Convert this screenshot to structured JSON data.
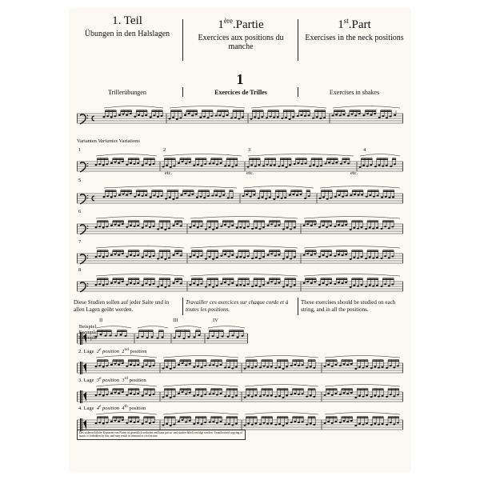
{
  "header": {
    "german": {
      "title": "1. Teil",
      "subtitle": "Übungen in den Halslagen"
    },
    "french": {
      "title_main": "1",
      "title_sup": "ère",
      "title_rest": "Partie",
      "subtitle": "Exercices aux positions du manche"
    },
    "english": {
      "title_main": "1",
      "title_sup": "st",
      "title_rest": "Part",
      "subtitle": "Exercises in the neck positions"
    }
  },
  "exercise_number": "1",
  "subtitles": {
    "german": "Trillerübungen",
    "french": "Exercices de Trilles",
    "english": "Exercises in shakes"
  },
  "variations_label": {
    "german": "Varianten",
    "french": "Variantes",
    "english": "Variations"
  },
  "variation_numbers": [
    "1",
    "2",
    "3",
    "4",
    "5",
    "6",
    "7",
    "8"
  ],
  "etc_label": "etc.",
  "instructions": {
    "german": "Diese Studien sollen auf jeder Saite und in allen Lagen geübt werden.",
    "french": "Travailler ces exercices sur chaque corde et à toutes les positions.",
    "english": "These exercises should be studied on each string, and in all the positions."
  },
  "example_label": {
    "german": "Beispiel",
    "french": "Exemple",
    "english": "Example"
  },
  "string_markers": [
    "II",
    "III",
    "IV"
  ],
  "positions": [
    {
      "german": "2. Lage",
      "french_num": "2",
      "french_sup": "e",
      "french_word": "position",
      "english_num": "2",
      "english_sup": "nd",
      "english_word": "position"
    },
    {
      "german": "3. Lage",
      "french_num": "3",
      "french_sup": "e",
      "french_word": "position",
      "english_num": "3",
      "english_sup": "rd",
      "english_word": "position"
    },
    {
      "german": "4. Lage",
      "french_num": "4",
      "french_sup": "e",
      "french_word": "position",
      "english_num": "4",
      "english_sup": "th",
      "english_word": "position"
    }
  ],
  "footer_notice": "Das widerrechtliche Kopieren von Noten ist gesetzlich verboten und kann privat- und strafrechtlich verfolgt werden. Unauthorised copying of music is forbidden by law, and may result in criminal or civil action."
}
